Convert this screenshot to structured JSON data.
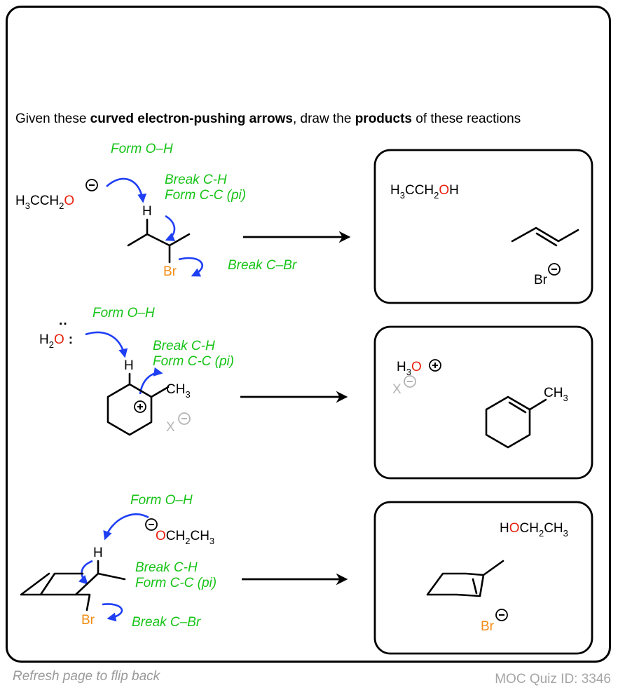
{
  "question": {
    "prefix": "Given these ",
    "bold1": "curved electron-pushing arrows",
    "middle": ", draw the ",
    "bold2": "products",
    "suffix": " of these reactions"
  },
  "colors": {
    "annotation": "#16c316",
    "arrow": "#1f3ff5",
    "oxygen": "#e8210d",
    "bromine": "#f28c14",
    "faded": "#b5b5b5"
  },
  "reactions": [
    {
      "labels": {
        "form_oh": "Form O–H",
        "break_ch": "Break C-H",
        "form_cc": "Form C-C (pi)",
        "break_cbr": "Break C–Br"
      },
      "reagent": {
        "h3c": "H",
        "s3": "3",
        "cch": "CCH",
        "s2": "2",
        "o": "O"
      },
      "atoms": {
        "h": "H",
        "br": "Br"
      },
      "product": {
        "h3c": "H",
        "s3": "3",
        "cch": "CCH",
        "s2": "2",
        "o": "O",
        "h": "H",
        "br": "Br"
      }
    },
    {
      "labels": {
        "form_oh": "Form O–H",
        "break_ch": "Break C-H",
        "form_cc": "Form C-C (pi)"
      },
      "reagent": {
        "h": "H",
        "s2": "2",
        "o": "O",
        "colon": ":",
        "lone": "··"
      },
      "atoms": {
        "h": "H",
        "ch": "CH",
        "s3": "3",
        "x": "X"
      },
      "product": {
        "h": "H",
        "s3": "3",
        "o": "O",
        "x": "X",
        "ch": "CH",
        "s3b": "3"
      }
    },
    {
      "labels": {
        "form_oh": "Form O–H",
        "break_ch": "Break C-H",
        "form_cc": "Form C-C (pi)",
        "break_cbr": "Break C–Br"
      },
      "reagent": {
        "o": "O",
        "ch": "CH",
        "s2": "2",
        "ch3": "CH",
        "s3": "3"
      },
      "atoms": {
        "h": "H",
        "br": "Br"
      },
      "product": {
        "h": "H",
        "o": "O",
        "ch": "CH",
        "s2": "2",
        "ch3": "CH",
        "s3": "3",
        "br": "Br"
      }
    }
  ],
  "footer": {
    "left": "Refresh page to flip back",
    "right": "MOC Quiz ID: 3346"
  }
}
